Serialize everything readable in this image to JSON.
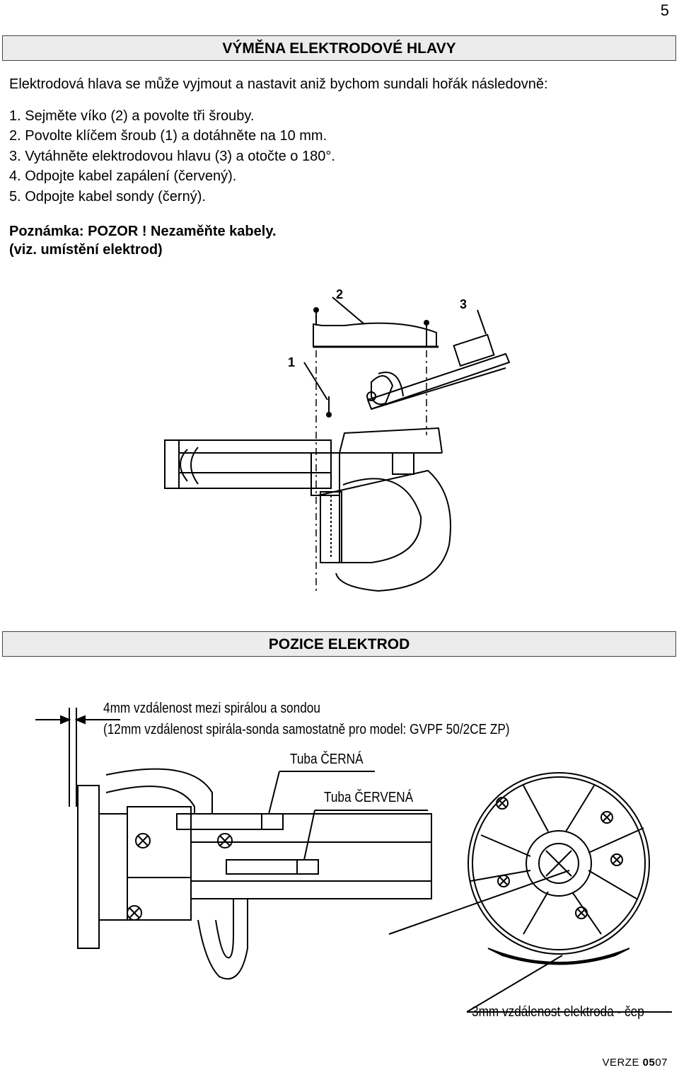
{
  "page_number": "5",
  "section1": {
    "title": "VÝMĚNA ELEKTRODOVÉ HLAVY",
    "intro": "Elektrodová hlava se může vyjmout a nastavit aniž bychom sundali hořák následovně:",
    "steps": [
      "1.  Sejměte víko (2) a povolte tři šrouby.",
      "2.  Povolte klíčem šroub (1) a dotáhněte na 10 mm.",
      "3.  Vytáhněte elektrodovou hlavu (3) a otočte o 180°.",
      "4.  Odpojte kabel zapálení (červený).",
      "5.  Odpojte kabel sondy (černý)."
    ],
    "note_line1": "Poznámka: POZOR ! Nezaměňte kabely.",
    "note_line2": "(viz. umístění elektrod)",
    "figure_labels": {
      "l1": "1",
      "l2": "2",
      "l3": "3"
    }
  },
  "section2": {
    "title": "POZICE ELEKTROD",
    "label_distance": "4mm vzdálenost mezi spirálou a sondou",
    "label_model": "(12mm vzdálenost spirála-sonda samostatně pro model: GVPF 50/2CE ZP)",
    "label_black": "Tuba ČERNÁ",
    "label_red": "Tuba ČERVENÁ",
    "label_pin": "3mm vzdálenost elektroda - čep"
  },
  "footer": {
    "prefix": "VERZE  ",
    "bold": "05",
    "suffix": "07"
  }
}
